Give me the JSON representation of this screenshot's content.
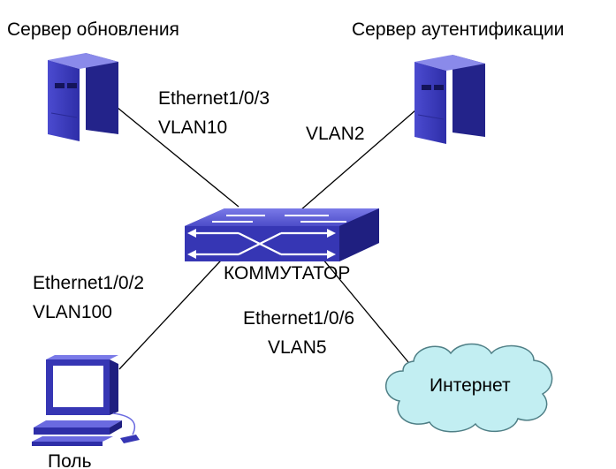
{
  "labels": {
    "update_server": "Сервер обновления",
    "auth_server": "Сервер аутентификации",
    "switch": "КОММУТАТОР",
    "user": "Поль",
    "internet": "Интернет"
  },
  "links": {
    "update_server": {
      "port": "Ethernet1/0/3",
      "vlan": "VLAN10"
    },
    "auth_server": {
      "vlan": "VLAN2"
    },
    "user": {
      "port": "Ethernet1/0/2",
      "vlan": "VLAN100"
    },
    "internet": {
      "port": "Ethernet1/0/6",
      "vlan": "VLAN5"
    }
  },
  "colors": {
    "device_blue": "#3b3bbd",
    "device_dark": "#24248a",
    "device_light": "#6a6ae0",
    "cloud_fill": "#c2eef2",
    "cloud_stroke": "#4f7f86",
    "line": "#000000"
  }
}
